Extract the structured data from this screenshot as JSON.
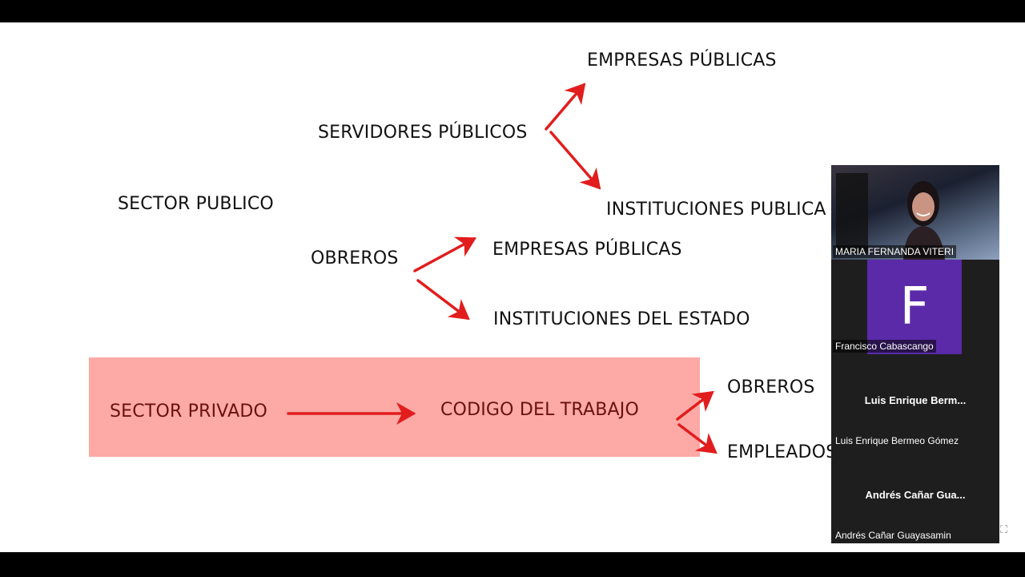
{
  "diagram": {
    "sector_publico": "SECTOR PUBLICO",
    "servidores_publicos": "SERVIDORES PÚBLICOS",
    "empresas_publicas_top": "EMPRESAS PÚBLICAS",
    "instituciones_publicas": "INSTITUCIONES PUBLICA",
    "obreros_publico": "OBREROS",
    "empresas_publicas_mid": "EMPRESAS PÚBLICAS",
    "instituciones_estado": "INSTITUCIONES DEL ESTADO",
    "sector_privado": "SECTOR PRIVADO",
    "codigo_trabajo": "CODIGO DEL TRABAJO",
    "obreros_privado": "OBREROS",
    "empleados": "EMPLEADOS",
    "arrow_color": "#e21d1d",
    "highlight_color": "#fda9a6"
  },
  "participants": [
    {
      "name": "MARIA FERNANDA VITERI",
      "type": "video"
    },
    {
      "name": "Francisco Cabascango",
      "initial": "F",
      "avatar_color": "#5b2aa9"
    },
    {
      "name": "Luis Enrique Bermeo Gómez",
      "display_short": "Luis Enrique Berm..."
    },
    {
      "name": "Andrés Cañar Guayasamin",
      "display_short": "Andrés Cañar Gua..."
    }
  ]
}
